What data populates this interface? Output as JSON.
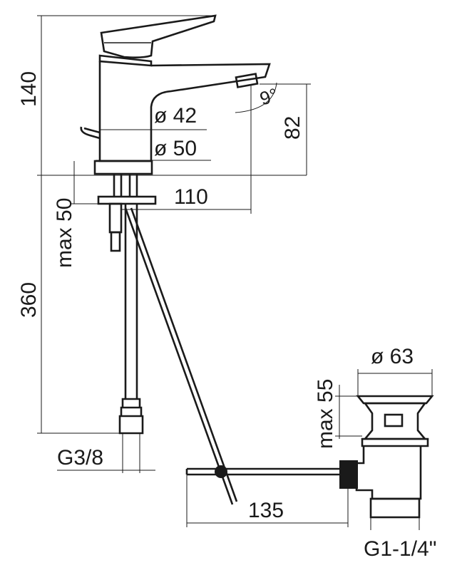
{
  "dimensions": {
    "mixer_height": "140",
    "diameter_42": "ø 42",
    "diameter_50": "ø 50",
    "spout_height": "82",
    "spout_angle": "9°",
    "max_deck": "max 50",
    "spout_reach": "110",
    "hose_length": "360",
    "hose_thread": "G3/8",
    "waste_diameter": "ø 63",
    "waste_max": "max 55",
    "rod_reach": "135",
    "waste_thread": "G1-1/4\""
  },
  "colors": {
    "line": "#1a1a1a",
    "background": "#ffffff"
  }
}
